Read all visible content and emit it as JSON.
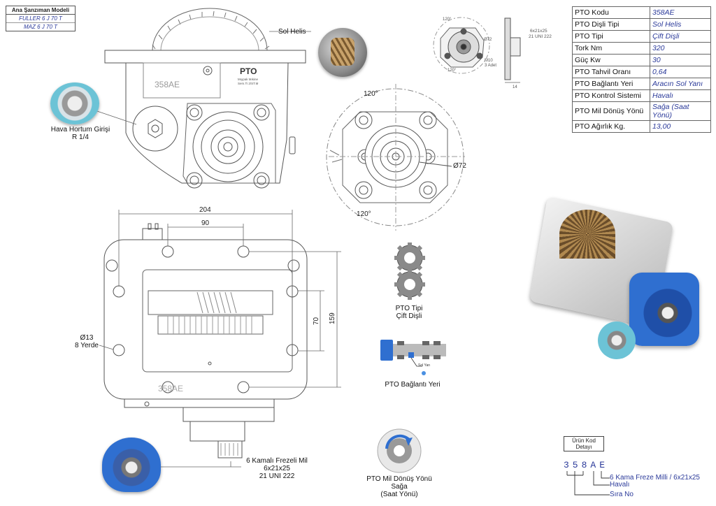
{
  "model_table": {
    "title": "Ana Şanzıman Modeli",
    "models": [
      "FULLER 6 J 70 T",
      "MAZ 6 J 70 T"
    ]
  },
  "spec_table": [
    {
      "key": "PTO Kodu",
      "value": "358AE"
    },
    {
      "key": "PTO Dişli Tipi",
      "value": "Sol Helis"
    },
    {
      "key": "PTO Tipi",
      "value": "Çift Dişli"
    },
    {
      "key": "Tork Nm",
      "value": "320"
    },
    {
      "key": "Güç Kw",
      "value": "30"
    },
    {
      "key": "PTO Tahvil Oranı",
      "value": "0,64"
    },
    {
      "key": "PTO Bağlantı Yeri",
      "value": "Aracın Sol Yanı"
    },
    {
      "key": "PTO Kontrol Sistemi",
      "value": "Havalı"
    },
    {
      "key": "PTO Mil Dönüş Yönü",
      "value": "Sağa (Saat Yönü)"
    },
    {
      "key": "PTO Ağırlık Kg.",
      "value": "13,00"
    }
  ],
  "drawing": {
    "sol_helis": "Sol Helis",
    "hava_line1": "Hava Hortum Girişi",
    "hava_line2": "R 1/4",
    "part_code": "358AE",
    "part_code_bottom": "358AE",
    "logo": "PTO",
    "logo_sub1": "Mıypak Mıkine",
    "logo_sub2": "Sem.Ti 2/ST.M",
    "angle_top": "120°",
    "angle_bottom": "120°",
    "small_angle_top": "120°",
    "small_angle_bottom": "120°",
    "dia_72": "Ø72",
    "small_dia_72": "Ø72",
    "small_spline1": "6x21x25",
    "small_spline2": "21 UNI 222",
    "small_m10_1": "M10",
    "small_m10_2": "3 Adet",
    "small_dim14": "14",
    "dim_204": "204",
    "dim_90": "90",
    "dim_70": "70",
    "dim_159": "159",
    "hole_dia": "Ø13",
    "hole_count": "8 Yerde",
    "shaft_line1": "6 Kamalı Frezeli Mil",
    "shaft_line2": "6x21x25",
    "shaft_line3": "21 UNI 222"
  },
  "icons": {
    "gear_label1": "PTO Tipi",
    "gear_label2": "Çift Dişli",
    "truck_side": "Sol Yan",
    "truck_label": "PTO Bağlantı Yeri",
    "rot_label1": "PTO Mil Dönüş Yönü",
    "rot_label2": "Sağa",
    "rot_label3": "(Saat Yönü)"
  },
  "product_code": {
    "title_line1": "Ürün Kod",
    "title_line2": "Detayı",
    "digits": "358AE",
    "note_e": "6 Kama Freze Milli / 6x21x25",
    "note_a": "Havalı",
    "note_358": "Sıra No"
  },
  "colors": {
    "accent_blue": "#2b3a9a",
    "pto_blue": "#2f6fd0",
    "line_gray": "#555555"
  }
}
